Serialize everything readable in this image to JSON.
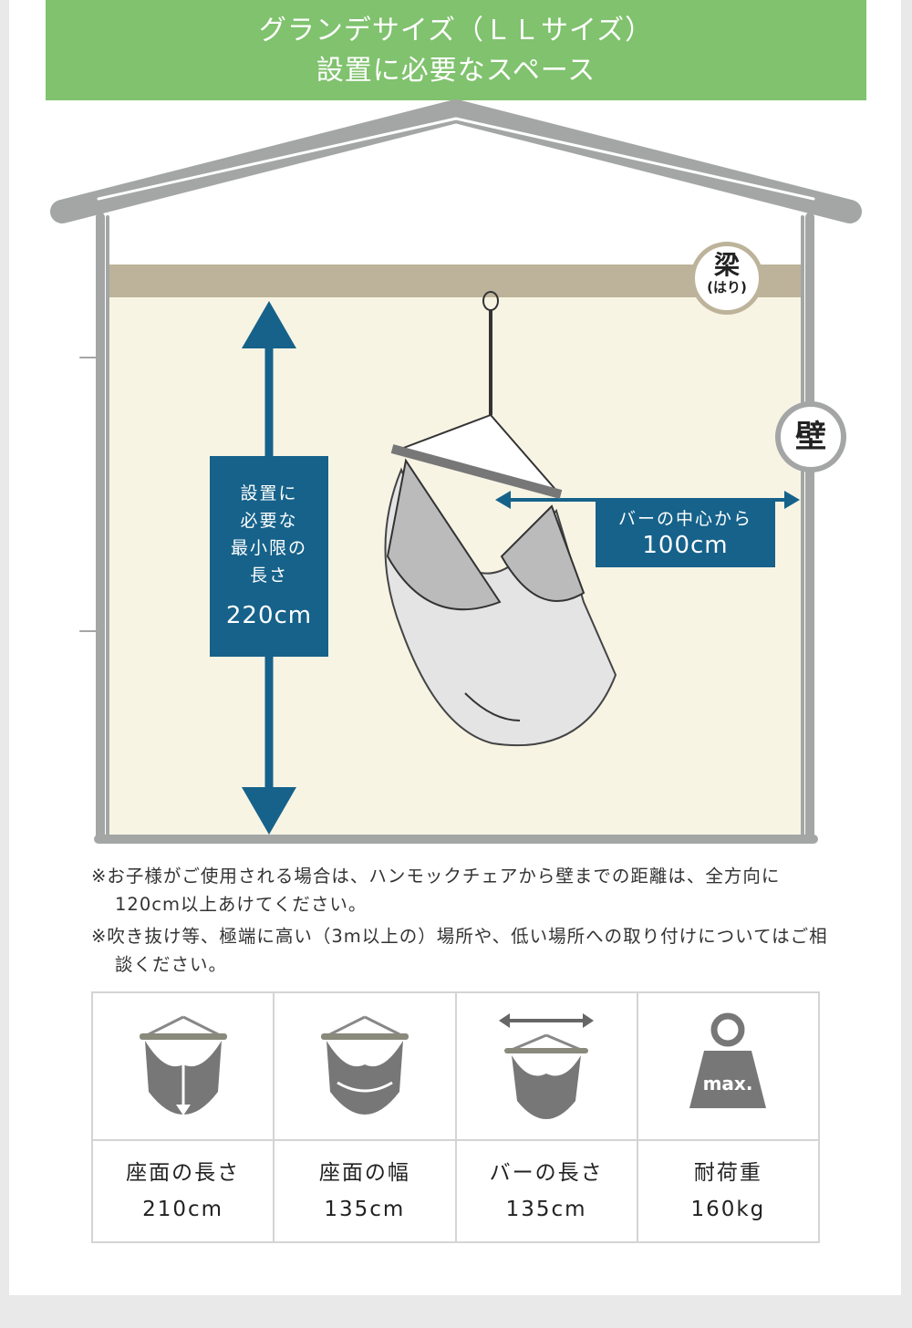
{
  "header": {
    "line1": "グランデサイズ（ＬＬサイズ）",
    "line2": "設置に必要なスペース"
  },
  "diagram": {
    "beam_label": "梁",
    "beam_reading": "(はり)",
    "wall_label": "壁",
    "height_label": [
      "設置に",
      "必要な",
      "最小限の",
      "長さ"
    ],
    "height_value": "220cm",
    "distance_label": "バーの中心から",
    "distance_value": "100cm",
    "colors": {
      "accent": "#16628a",
      "header": "#80c26e",
      "house": "#a3a6a5",
      "beam": "#bdb39a",
      "room": "#f8f4e4"
    }
  },
  "notes": [
    "※お子様がご使用される場合は、ハンモックチェアから壁までの距離は、全方向に120cm以上あけてください。",
    "※吹き抜け等、極端に高い（3m以上の）場所や、低い場所への取り付けについてはご相談ください。"
  ],
  "specs": [
    {
      "icon": "seat-length-icon",
      "label": "座面の長さ",
      "value": "210cm"
    },
    {
      "icon": "seat-width-icon",
      "label": "座面の幅",
      "value": "135cm"
    },
    {
      "icon": "bar-length-icon",
      "label": "バーの長さ",
      "value": "135cm"
    },
    {
      "icon": "max-load-icon",
      "label": "耐荷重",
      "value": "160kg",
      "icon_text": "max."
    }
  ]
}
